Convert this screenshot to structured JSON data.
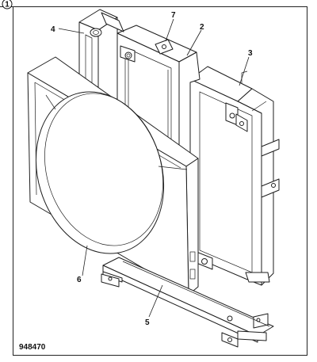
{
  "sheet_number": "1",
  "drawing_number": "948470",
  "callouts": {
    "c1": "2",
    "c2": "3",
    "c3": "4",
    "c4": "5",
    "c5": "6",
    "c6": "7"
  }
}
